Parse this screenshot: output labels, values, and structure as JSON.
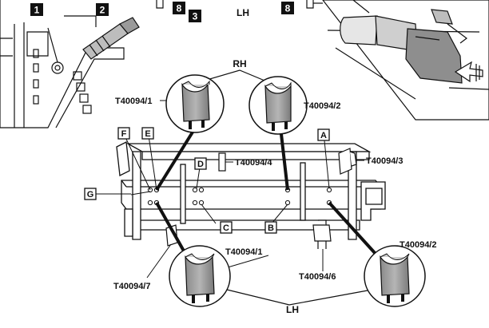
{
  "badges": {
    "b1": "1",
    "b2": "2",
    "b3": "3",
    "b8a": "8",
    "b8b": "8"
  },
  "side_labels": {
    "top_lh": "LH",
    "rh": "RH",
    "bottom_lh": "LH"
  },
  "letters": {
    "A": "A",
    "B": "B",
    "C": "C",
    "D": "D",
    "E": "E",
    "F": "F",
    "G": "G"
  },
  "parts": {
    "t1_top": "T40094/1",
    "t2_top": "T40094/2",
    "t3": "T40094/3",
    "t4": "T40094/4",
    "t1_bottom": "T40094/1",
    "t2_bottom": "T40094/2",
    "t6": "T40094/6",
    "t7": "T40094/7"
  }
}
